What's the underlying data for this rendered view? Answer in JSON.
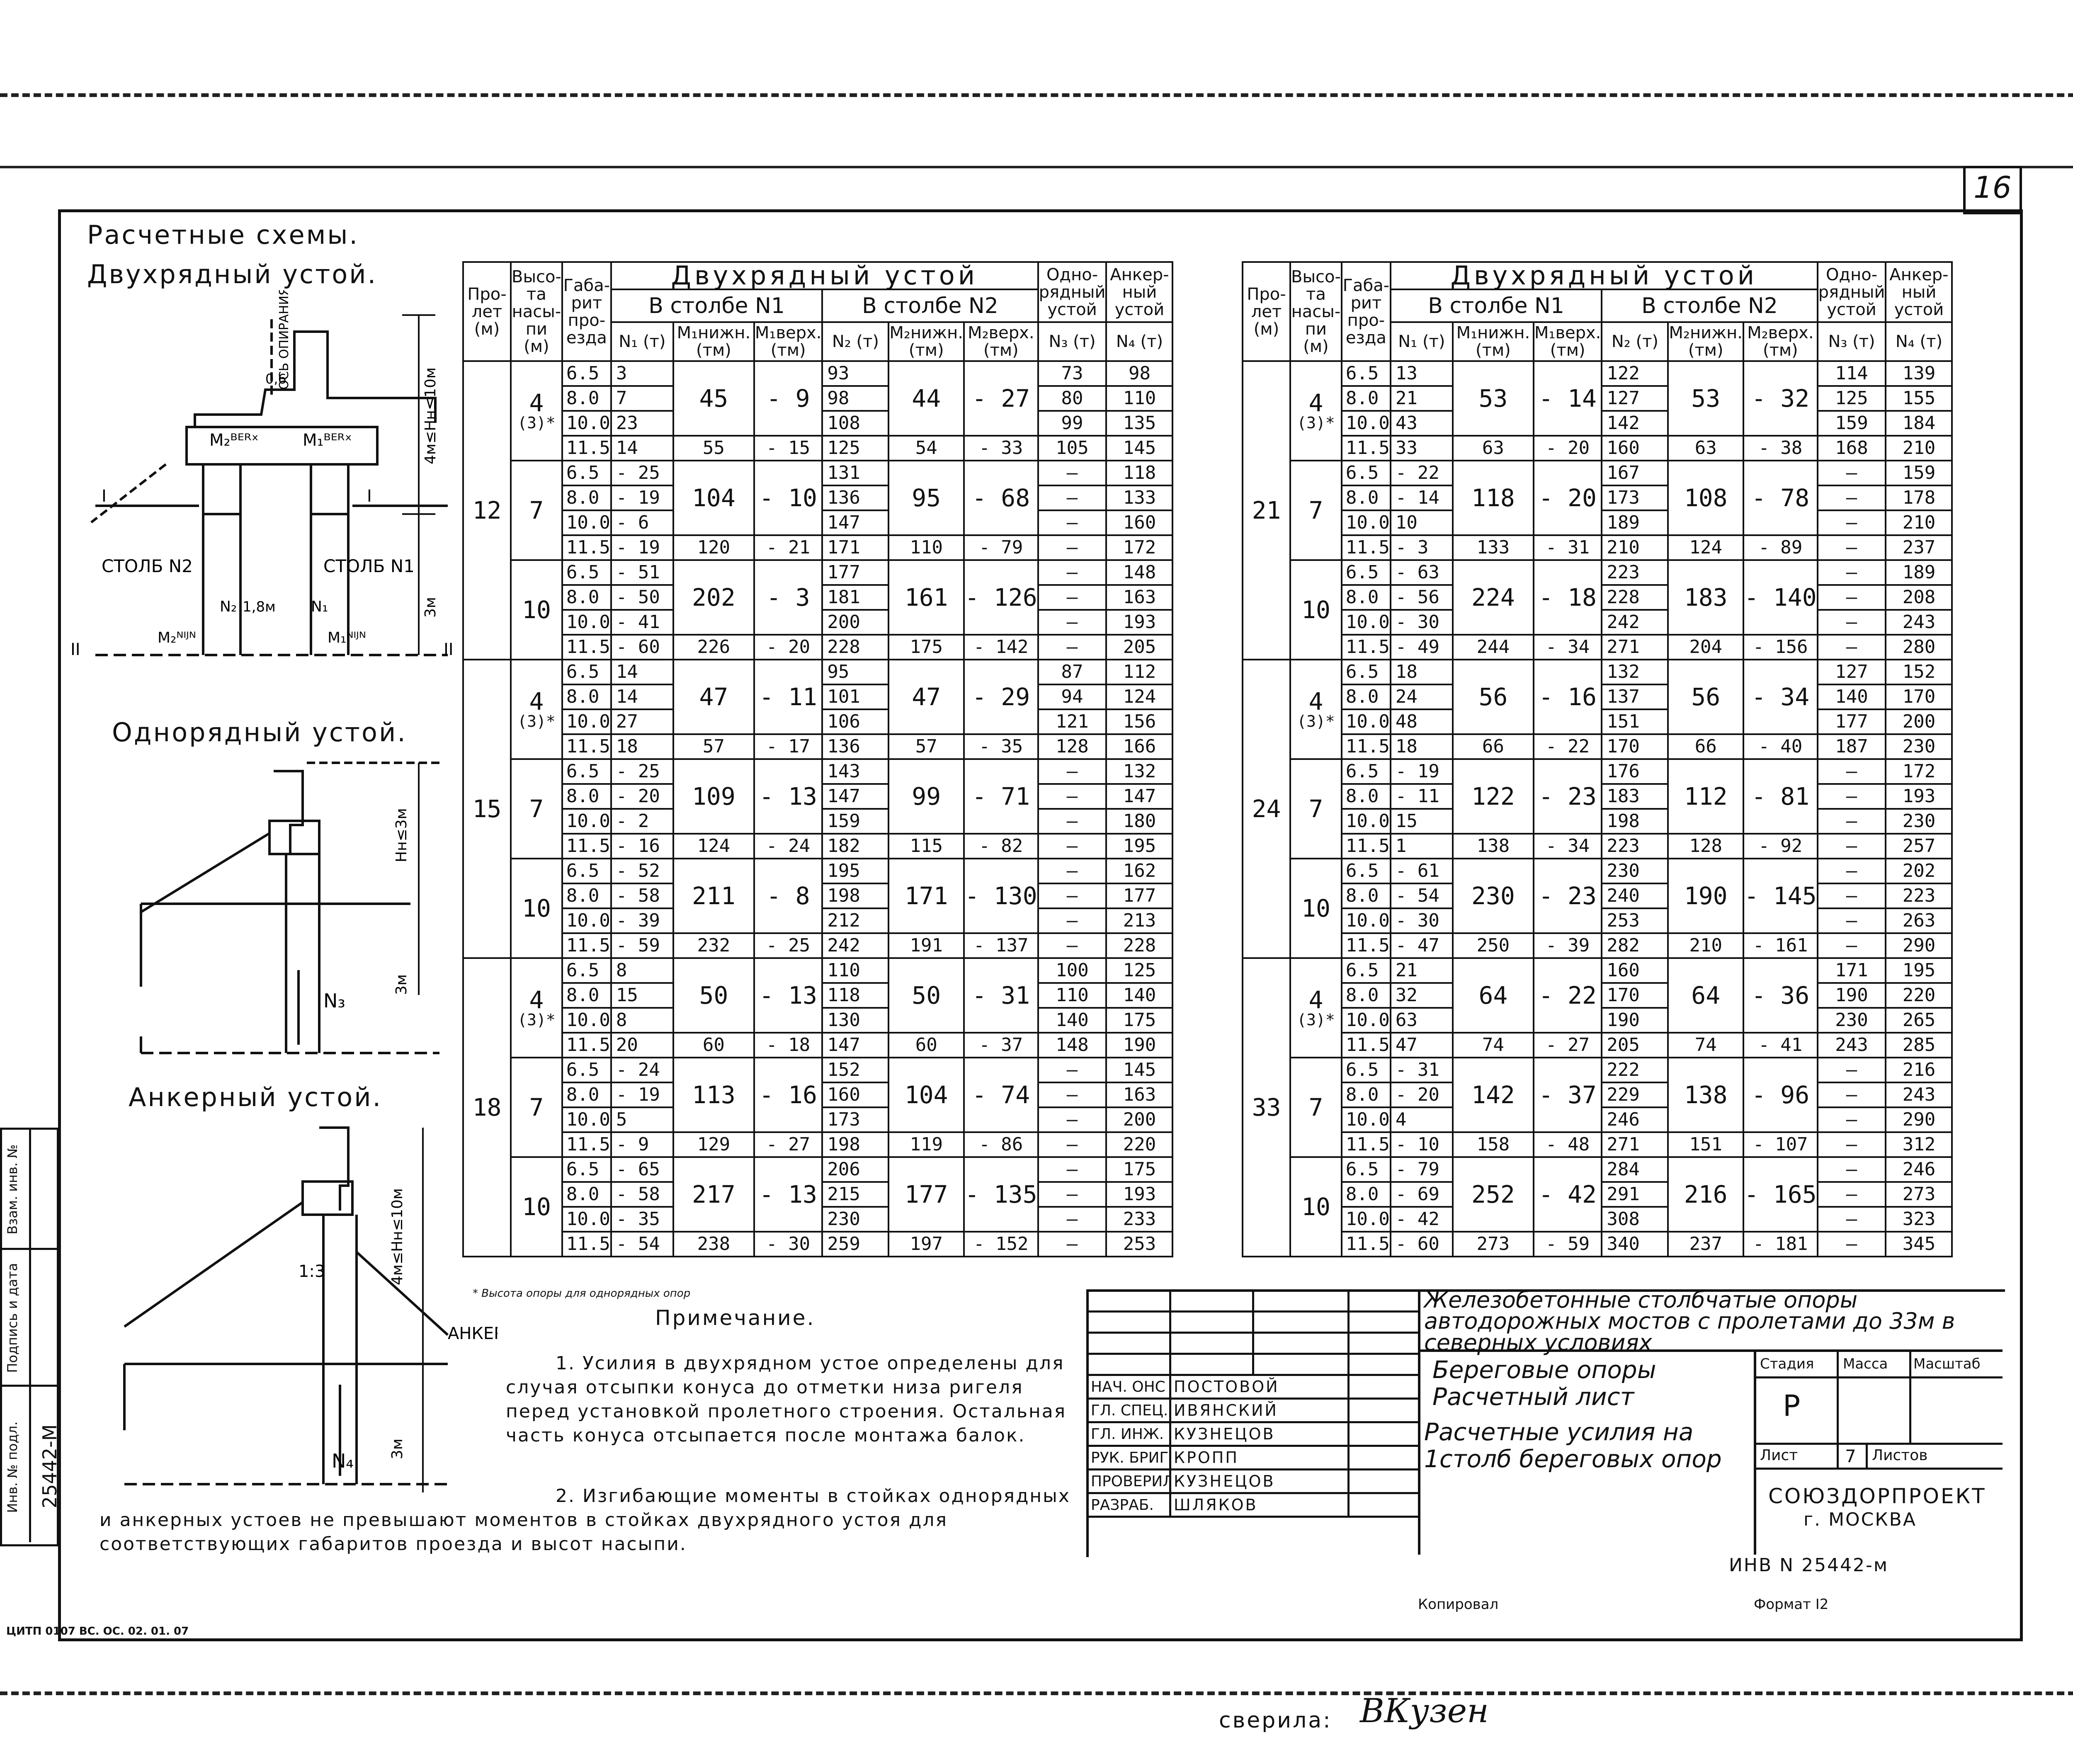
{
  "sheet_number": "16",
  "schemes": {
    "title": "Расчетные схемы.",
    "double": {
      "title": "Двухрядный устой.",
      "axis_label": "ОСЬ ОПИРАНИЯ",
      "dim_06": "0,6",
      "dim_18": "1,8м",
      "height_label": "4м≤Hн≤10м",
      "dim_3m": "3м",
      "col2": "СТОЛБ N2",
      "col1": "СТОЛБ N1",
      "m2_top": "M₂ᴮᴱᴿˣ",
      "m1_top": "M₁ᴮᴱᴿˣ",
      "n2": "N₂",
      "n1": "N₁",
      "m2_bot": "M₂ᴺᴵᴶᴺ",
      "m1_bot": "M₁ᴺᴵᴶᴺ",
      "sec1": "I",
      "sec2": "II"
    },
    "single": {
      "title": "Однорядный устой.",
      "height_label": "Hн≤3м",
      "dim_3m": "3м",
      "n": "N₃"
    },
    "anchor": {
      "title": "Анкерный устой.",
      "height_label": "4м≤Hн≤10м",
      "slope": "1:3",
      "anchor_label": "АНКЕР",
      "dim_3m": "3м",
      "n": "N₄"
    }
  },
  "table": {
    "headers": {
      "span": "Про-лет (м)",
      "height": "Высо-та насы-пи (м)",
      "clearance": "Габа-рит про-езда",
      "double": "Двухрядный устой",
      "col1": "В столбе N1",
      "col2": "В столбе N2",
      "single": "Одно-рядный устой",
      "anchor": "Анкер-ный устой",
      "n1": "N₁ (т)",
      "m1n": "M₁нижн.(тм)",
      "m1v": "M₁верх.(тм)",
      "n2": "N₂ (т)",
      "m2n": "M₂нижн.(тм)",
      "m2v": "M₂верх.(тм)",
      "n3": "N₃ (т)",
      "n4": "N₄ (т)"
    },
    "left": [
      {
        "span": "12",
        "groups": [
          {
            "h": "4",
            "h2": "(3)*",
            "m1n": "45",
            "m1v": "- 9",
            "m2n": "44",
            "m2v": "- 27",
            "rows": [
              [
                "6.5",
                "3",
                "93",
                "73",
                "98"
              ],
              [
                "8.0",
                "7",
                "98",
                "80",
                "110"
              ],
              [
                "10.0",
                "23",
                "108",
                "99",
                "135"
              ]
            ],
            "last": [
              "11.5",
              "14",
              "55",
              "- 15",
              "125",
              "54",
              "- 33",
              "105",
              "145"
            ]
          },
          {
            "h": "7",
            "h2": "",
            "m1n": "104",
            "m1v": "- 10",
            "m2n": "95",
            "m2v": "- 68",
            "rows": [
              [
                "6.5",
                "- 25",
                "131",
                "—",
                "118"
              ],
              [
                "8.0",
                "- 19",
                "136",
                "—",
                "133"
              ],
              [
                "10.0",
                "- 6",
                "147",
                "—",
                "160"
              ]
            ],
            "last": [
              "11.5",
              "- 19",
              "120",
              "- 21",
              "171",
              "110",
              "- 79",
              "—",
              "172"
            ]
          },
          {
            "h": "10",
            "h2": "",
            "m1n": "202",
            "m1v": "- 3",
            "m2n": "161",
            "m2v": "- 126",
            "rows": [
              [
                "6.5",
                "- 51",
                "177",
                "—",
                "148"
              ],
              [
                "8.0",
                "- 50",
                "181",
                "—",
                "163"
              ],
              [
                "10.0",
                "- 41",
                "200",
                "—",
                "193"
              ]
            ],
            "last": [
              "11.5",
              "- 60",
              "226",
              "- 20",
              "228",
              "175",
              "- 142",
              "—",
              "205"
            ]
          }
        ]
      },
      {
        "span": "15",
        "groups": [
          {
            "h": "4",
            "h2": "(3)*",
            "m1n": "47",
            "m1v": "- 11",
            "m2n": "47",
            "m2v": "- 29",
            "rows": [
              [
                "6.5",
                "14",
                "95",
                "87",
                "112"
              ],
              [
                "8.0",
                "14",
                "101",
                "94",
                "124"
              ],
              [
                "10.0",
                "27",
                "106",
                "121",
                "156"
              ]
            ],
            "last": [
              "11.5",
              "18",
              "57",
              "- 17",
              "136",
              "57",
              "- 35",
              "128",
              "166"
            ]
          },
          {
            "h": "7",
            "h2": "",
            "m1n": "109",
            "m1v": "- 13",
            "m2n": "99",
            "m2v": "- 71",
            "rows": [
              [
                "6.5",
                "- 25",
                "143",
                "—",
                "132"
              ],
              [
                "8.0",
                "- 20",
                "147",
                "—",
                "147"
              ],
              [
                "10.0",
                "- 2",
                "159",
                "—",
                "180"
              ]
            ],
            "last": [
              "11.5",
              "- 16",
              "124",
              "- 24",
              "182",
              "115",
              "- 82",
              "—",
              "195"
            ]
          },
          {
            "h": "10",
            "h2": "",
            "m1n": "211",
            "m1v": "- 8",
            "m2n": "171",
            "m2v": "- 130",
            "rows": [
              [
                "6.5",
                "- 52",
                "195",
                "—",
                "162"
              ],
              [
                "8.0",
                "- 58",
                "198",
                "—",
                "177"
              ],
              [
                "10.0",
                "- 39",
                "212",
                "—",
                "213"
              ]
            ],
            "last": [
              "11.5",
              "- 59",
              "232",
              "- 25",
              "242",
              "191",
              "- 137",
              "—",
              "228"
            ]
          }
        ]
      },
      {
        "span": "18",
        "groups": [
          {
            "h": "4",
            "h2": "(3)*",
            "m1n": "50",
            "m1v": "- 13",
            "m2n": "50",
            "m2v": "- 31",
            "rows": [
              [
                "6.5",
                "8",
                "110",
                "100",
                "125"
              ],
              [
                "8.0",
                "15",
                "118",
                "110",
                "140"
              ],
              [
                "10.0",
                "8",
                "130",
                "140",
                "175"
              ]
            ],
            "last": [
              "11.5",
              "20",
              "60",
              "- 18",
              "147",
              "60",
              "- 37",
              "148",
              "190"
            ]
          },
          {
            "h": "7",
            "h2": "",
            "m1n": "113",
            "m1v": "- 16",
            "m2n": "104",
            "m2v": "- 74",
            "rows": [
              [
                "6.5",
                "- 24",
                "152",
                "—",
                "145"
              ],
              [
                "8.0",
                "- 19",
                "160",
                "—",
                "163"
              ],
              [
                "10.0",
                "5",
                "173",
                "—",
                "200"
              ]
            ],
            "last": [
              "11.5",
              "- 9",
              "129",
              "- 27",
              "198",
              "119",
              "- 86",
              "—",
              "220"
            ]
          },
          {
            "h": "10",
            "h2": "",
            "m1n": "217",
            "m1v": "- 13",
            "m2n": "177",
            "m2v": "- 135",
            "rows": [
              [
                "6.5",
                "- 65",
                "206",
                "—",
                "175"
              ],
              [
                "8.0",
                "- 58",
                "215",
                "—",
                "193"
              ],
              [
                "10.0",
                "- 35",
                "230",
                "—",
                "233"
              ]
            ],
            "last": [
              "11.5",
              "- 54",
              "238",
              "- 30",
              "259",
              "197",
              "- 152",
              "—",
              "253"
            ]
          }
        ]
      }
    ],
    "right": [
      {
        "span": "21",
        "groups": [
          {
            "h": "4",
            "h2": "(3)*",
            "m1n": "53",
            "m1v": "- 14",
            "m2n": "53",
            "m2v": "- 32",
            "rows": [
              [
                "6.5",
                "13",
                "122",
                "114",
                "139"
              ],
              [
                "8.0",
                "21",
                "127",
                "125",
                "155"
              ],
              [
                "10.0",
                "43",
                "142",
                "159",
                "184"
              ]
            ],
            "last": [
              "11.5",
              "33",
              "63",
              "- 20",
              "160",
              "63",
              "- 38",
              "168",
              "210"
            ]
          },
          {
            "h": "7",
            "h2": "",
            "m1n": "118",
            "m1v": "- 20",
            "m2n": "108",
            "m2v": "- 78",
            "rows": [
              [
                "6.5",
                "- 22",
                "167",
                "—",
                "159"
              ],
              [
                "8.0",
                "- 14",
                "173",
                "—",
                "178"
              ],
              [
                "10.0",
                "10",
                "189",
                "—",
                "210"
              ]
            ],
            "last": [
              "11.5",
              "- 3",
              "133",
              "- 31",
              "210",
              "124",
              "- 89",
              "—",
              "237"
            ]
          },
          {
            "h": "10",
            "h2": "",
            "m1n": "224",
            "m1v": "- 18",
            "m2n": "183",
            "m2v": "- 140",
            "rows": [
              [
                "6.5",
                "- 63",
                "223",
                "—",
                "189"
              ],
              [
                "8.0",
                "- 56",
                "228",
                "—",
                "208"
              ],
              [
                "10.0",
                "- 30",
                "242",
                "—",
                "243"
              ]
            ],
            "last": [
              "11.5",
              "- 49",
              "244",
              "- 34",
              "271",
              "204",
              "- 156",
              "—",
              "280"
            ]
          }
        ]
      },
      {
        "span": "24",
        "groups": [
          {
            "h": "4",
            "h2": "(3)*",
            "m1n": "56",
            "m1v": "- 16",
            "m2n": "56",
            "m2v": "- 34",
            "rows": [
              [
                "6.5",
                "18",
                "132",
                "127",
                "152"
              ],
              [
                "8.0",
                "24",
                "137",
                "140",
                "170"
              ],
              [
                "10.0",
                "48",
                "151",
                "177",
                "200"
              ]
            ],
            "last": [
              "11.5",
              "18",
              "66",
              "- 22",
              "170",
              "66",
              "- 40",
              "187",
              "230"
            ]
          },
          {
            "h": "7",
            "h2": "",
            "m1n": "122",
            "m1v": "- 23",
            "m2n": "112",
            "m2v": "- 81",
            "rows": [
              [
                "6.5",
                "- 19",
                "176",
                "—",
                "172"
              ],
              [
                "8.0",
                "- 11",
                "183",
                "—",
                "193"
              ],
              [
                "10.0",
                "15",
                "198",
                "—",
                "230"
              ]
            ],
            "last": [
              "11.5",
              "1",
              "138",
              "- 34",
              "223",
              "128",
              "- 92",
              "—",
              "257"
            ]
          },
          {
            "h": "10",
            "h2": "",
            "m1n": "230",
            "m1v": "- 23",
            "m2n": "190",
            "m2v": "- 145",
            "rows": [
              [
                "6.5",
                "- 61",
                "230",
                "—",
                "202"
              ],
              [
                "8.0",
                "- 54",
                "240",
                "—",
                "223"
              ],
              [
                "10.0",
                "- 30",
                "253",
                "—",
                "263"
              ]
            ],
            "last": [
              "11.5",
              "- 47",
              "250",
              "- 39",
              "282",
              "210",
              "- 161",
              "—",
              "290"
            ]
          }
        ]
      },
      {
        "span": "33",
        "groups": [
          {
            "h": "4",
            "h2": "(3)*",
            "m1n": "64",
            "m1v": "- 22",
            "m2n": "64",
            "m2v": "- 36",
            "rows": [
              [
                "6.5",
                "21",
                "160",
                "171",
                "195"
              ],
              [
                "8.0",
                "32",
                "170",
                "190",
                "220"
              ],
              [
                "10.0",
                "63",
                "190",
                "230",
                "265"
              ]
            ],
            "last": [
              "11.5",
              "47",
              "74",
              "- 27",
              "205",
              "74",
              "- 41",
              "243",
              "285"
            ]
          },
          {
            "h": "7",
            "h2": "",
            "m1n": "142",
            "m1v": "- 37",
            "m2n": "138",
            "m2v": "- 96",
            "rows": [
              [
                "6.5",
                "- 31",
                "222",
                "—",
                "216"
              ],
              [
                "8.0",
                "- 20",
                "229",
                "—",
                "243"
              ],
              [
                "10.0",
                "4",
                "246",
                "—",
                "290"
              ]
            ],
            "last": [
              "11.5",
              "- 10",
              "158",
              "- 48",
              "271",
              "151",
              "- 107",
              "—",
              "312"
            ]
          },
          {
            "h": "10",
            "h2": "",
            "m1n": "252",
            "m1v": "- 42",
            "m2n": "216",
            "m2v": "- 165",
            "rows": [
              [
                "6.5",
                "- 79",
                "284",
                "—",
                "246"
              ],
              [
                "8.0",
                "- 69",
                "291",
                "—",
                "273"
              ],
              [
                "10.0",
                "- 42",
                "308",
                "—",
                "323"
              ]
            ],
            "last": [
              "11.5",
              "- 60",
              "273",
              "- 59",
              "340",
              "237",
              "- 181",
              "—",
              "345"
            ]
          }
        ]
      }
    ],
    "footnote": "* Высота опоры для однорядных опор"
  },
  "note": {
    "title": "Примечание.",
    "p1": "1. Усилия в двухрядном устое определены для случая отсыпки конуса до отметки низа ригеля перед установкой пролетного строения. Остальная часть конуса отсыпается после монтажа балок.",
    "p2": "2. Изгибающие моменты в стойках однорядных и анкерных устоев не превышают моментов в стойках двухрядного устоя для соответствующих габаритов проезда и высот насыпи."
  },
  "stamp": {
    "project_title": "Железобетонные столбчатые опоры автодорожных мостов с пролетами до 33м в северных условиях",
    "sheet_title_1": "Береговые опоры",
    "sheet_title_2": "Расчетный лист",
    "sheet_title_3": "Расчетные усилия на",
    "sheet_title_4": "1столб береговых опор",
    "stage_label": "Стадия",
    "mass_label": "Масса",
    "scale_label": "Масштаб",
    "stage_value": "Р",
    "sheet_label": "Лист",
    "sheet_value": "7",
    "sheets_label": "Листов",
    "org": "СОЮЗДОРПРОЕКТ",
    "city": "г. МОСКВА",
    "roles": [
      {
        "role": "НАЧ. ОНС",
        "name": "ПОСТОВОЙ"
      },
      {
        "role": "ГЛ. СПЕЦ.",
        "name": "ИВЯНСКИЙ"
      },
      {
        "role": "ГЛ. ИНЖ. ПР.",
        "name": "КУЗНЕЦОВ"
      },
      {
        "role": "РУК. БРИГ.",
        "name": "КРОПП"
      },
      {
        "role": "ПРОВЕРИЛ",
        "name": "КУЗНЕЦОВ"
      },
      {
        "role": "РАЗРАБ.",
        "name": "ШЛЯКОВ"
      }
    ]
  },
  "side_stamp": {
    "inv_label": "Инв. № подл.",
    "inv_value": "25442-М",
    "sign_label": "Подпись и дата",
    "vzam_label": "Взам. инв. №"
  },
  "inv_note": "ИНВ N 25442-м",
  "copied": "Копировал",
  "format": "Формат I2",
  "code": "ЦИТП 0107 ВС. ОС. 02. 01. 07",
  "checked": "сверила:",
  "checked_sign": "ВКузен"
}
